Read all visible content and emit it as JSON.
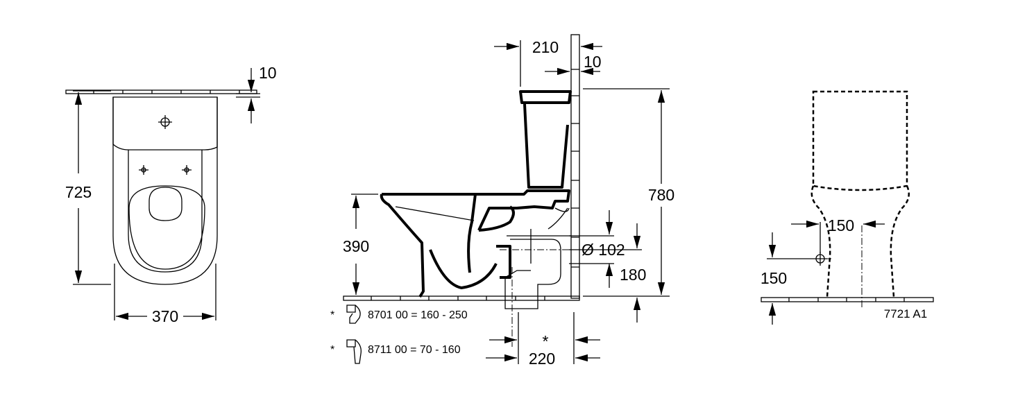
{
  "front_view": {
    "height_label": "725",
    "width_label": "370",
    "wall_gap_label": "10"
  },
  "side_view": {
    "tank_depth_label": "210",
    "wall_gap_label": "10",
    "total_height_label": "780",
    "seat_height_label": "390",
    "pipe_diameter_label": "Ø 102",
    "outlet_height_label": "180",
    "outlet_distance_label": "220",
    "outlet_distance_note": "*",
    "accessories": [
      {
        "marker": "*",
        "text": "8701 00 = 160 - 250"
      },
      {
        "marker": "*",
        "text": "8711 00 = 70 - 160"
      }
    ]
  },
  "rear_view": {
    "connection_width_label": "150",
    "connection_height_label": "150",
    "model_code": "7721 A1"
  }
}
